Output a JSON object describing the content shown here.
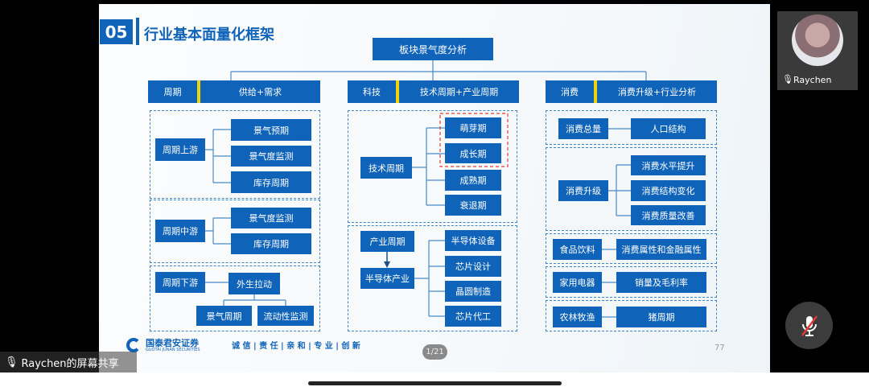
{
  "slide": {
    "section_number": "05",
    "title": "行业基本面量化框架",
    "root": "板块景气度分析",
    "col1": {
      "tag": "周期",
      "header": "供给+需求",
      "upstream": {
        "label": "周期上游",
        "items": [
          "景气预期",
          "景气度监测",
          "库存周期"
        ]
      },
      "midstream": {
        "label": "周期中游",
        "items": [
          "景气度监测",
          "库存周期"
        ]
      },
      "downstream": {
        "label": "周期下游",
        "driver": "外生拉动",
        "items": [
          "景气周期",
          "流动性监测"
        ]
      }
    },
    "col2": {
      "tag": "科技",
      "header": "技术周期+产业周期",
      "tech": {
        "label": "技术周期",
        "items": [
          "萌芽期",
          "成长期",
          "成熟期",
          "衰退期"
        ]
      },
      "industry": {
        "label": "产业周期",
        "sub": "半导体产业",
        "items": [
          "半导体设备",
          "芯片设计",
          "晶圆制造",
          "芯片代工"
        ]
      }
    },
    "col3": {
      "tag": "消费",
      "header": "消费升级+行业分析",
      "total": {
        "label": "消费总量",
        "item": "人口结构"
      },
      "upgrade": {
        "label": "消费升级",
        "items": [
          "消费水平提升",
          "消费结构变化",
          "消费质量改善"
        ]
      },
      "food": {
        "label": "食品饮料",
        "item": "消费属性和金融属性"
      },
      "appliance": {
        "label": "家用电器",
        "item": "销量及毛利率"
      },
      "agri": {
        "label": "农林牧渔",
        "item": "猪周期"
      }
    },
    "footer": {
      "company": "国泰君安证券",
      "company_en": "GUOTAI JUNAN SECURITIES",
      "slogan": "诚 信 | 责 任 | 亲 和 | 专 业 | 创 新",
      "page_indicator": "1/21",
      "page_number": "77"
    }
  },
  "meeting": {
    "participant_name": "Raychen",
    "share_label": "Raychen的屏幕共享"
  },
  "colors": {
    "box_blue": "#0f63b8",
    "accent_yellow": "#f2d20a",
    "highlight_red": "#e53935"
  }
}
